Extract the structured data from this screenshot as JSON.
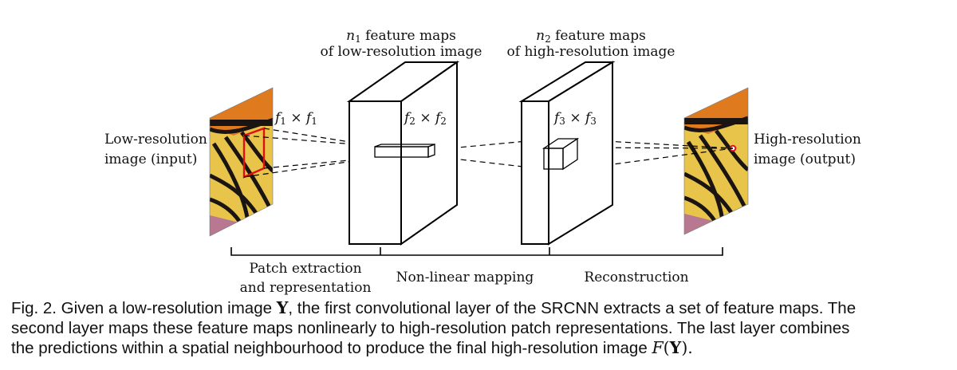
{
  "labels": {
    "input_line1": "Low-resolution",
    "input_line2": "image (input)",
    "output_line1": "High-resolution",
    "output_line2": "image (output)",
    "maps1_var": "n",
    "maps1_sub": "1",
    "maps1_line1_rest": " feature maps",
    "maps1_line2": "of low-resolution image",
    "maps2_var": "n",
    "maps2_sub": "2",
    "maps2_line1_rest": " feature maps",
    "maps2_line2": "of high-resolution image"
  },
  "filters": {
    "f1": {
      "var": "f",
      "sub": "1",
      "times": " × "
    },
    "f2": {
      "var": "f",
      "sub": "2",
      "times": " × "
    },
    "f3": {
      "var": "f",
      "sub": "3",
      "times": " × "
    }
  },
  "stages": {
    "stage1_line1": "Patch extraction",
    "stage1_line2": "and representation",
    "stage2": "Non-linear mapping",
    "stage3": "Reconstruction"
  },
  "caption": {
    "line1_a": "Fig. 2.  Given a low-resolution image ",
    "line1_Y": "Y",
    "line1_b": ", the first convolutional layer of the SRCNN extracts a set of feature maps. The",
    "line2": "second layer maps these feature maps nonlinearly to high-resolution patch representations. The last layer combines",
    "line3_a": "the predictions within a spatial neighbourhood to produce the final high-resolution image ",
    "line3_F": "F",
    "line3_open": "(",
    "line3_Y": "Y",
    "line3_close": ").",
    "math_F": "F"
  },
  "colors": {
    "wing_orange": "#e07a1f",
    "wing_yellow": "#e8c44a",
    "vein_black": "#1a1512",
    "flower_pink": "#c98aa0",
    "highlight_red": "#e01010"
  },
  "icons": {
    "input_image": "butterfly-wing-lowres-image",
    "output_image": "butterfly-wing-highres-image"
  }
}
